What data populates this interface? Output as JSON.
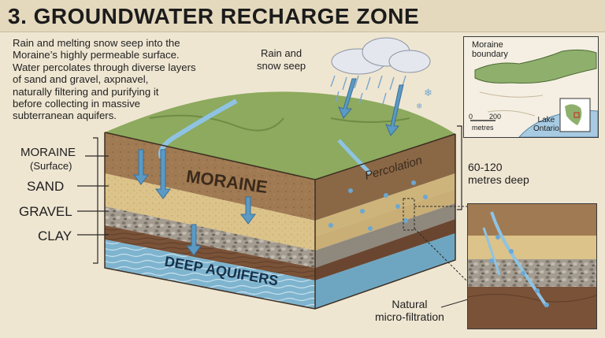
{
  "title": "3. GROUNDWATER RECHARGE ZONE",
  "intro_lines": [
    "Rain and melting snow seep into the",
    "Moraine’s highly permeable surface.",
    "Water percolates through diverse layers",
    "of sand and gravel, axpnavel,",
    "naturally filtering and purifying it",
    "before collecting in massive",
    "subterranean aquifers."
  ],
  "rain_label": [
    "Rain and",
    "snow seep"
  ],
  "layers": {
    "moraine_label": "MORAINE",
    "moraine_sub": "(Surface)",
    "sand": "SAND",
    "gravel": "GRAVEL",
    "clay": "CLAY"
  },
  "block_labels": {
    "moraine": "MORAINE",
    "percolation": "Percolation",
    "deep_aquifers": "DEEP AQUIFERS"
  },
  "depth_label": [
    "60-120",
    "metres deep"
  ],
  "map": {
    "boundary_label": [
      "Moraine",
      "boundary"
    ],
    "scale_min": "0",
    "scale_max": "200",
    "scale_unit": "metres",
    "lake_label": [
      "Lake",
      "Ontario"
    ]
  },
  "filtration_label": [
    "Natural",
    "micro-filtration"
  ],
  "colors": {
    "grass": "#8daa5e",
    "moraine_soil": "#a07a52",
    "sand": "#dcc389",
    "gravel": "#9b948a",
    "clay": "#7a5238",
    "aquifer": "#7fb4cf",
    "water": "#5b9ac4"
  }
}
